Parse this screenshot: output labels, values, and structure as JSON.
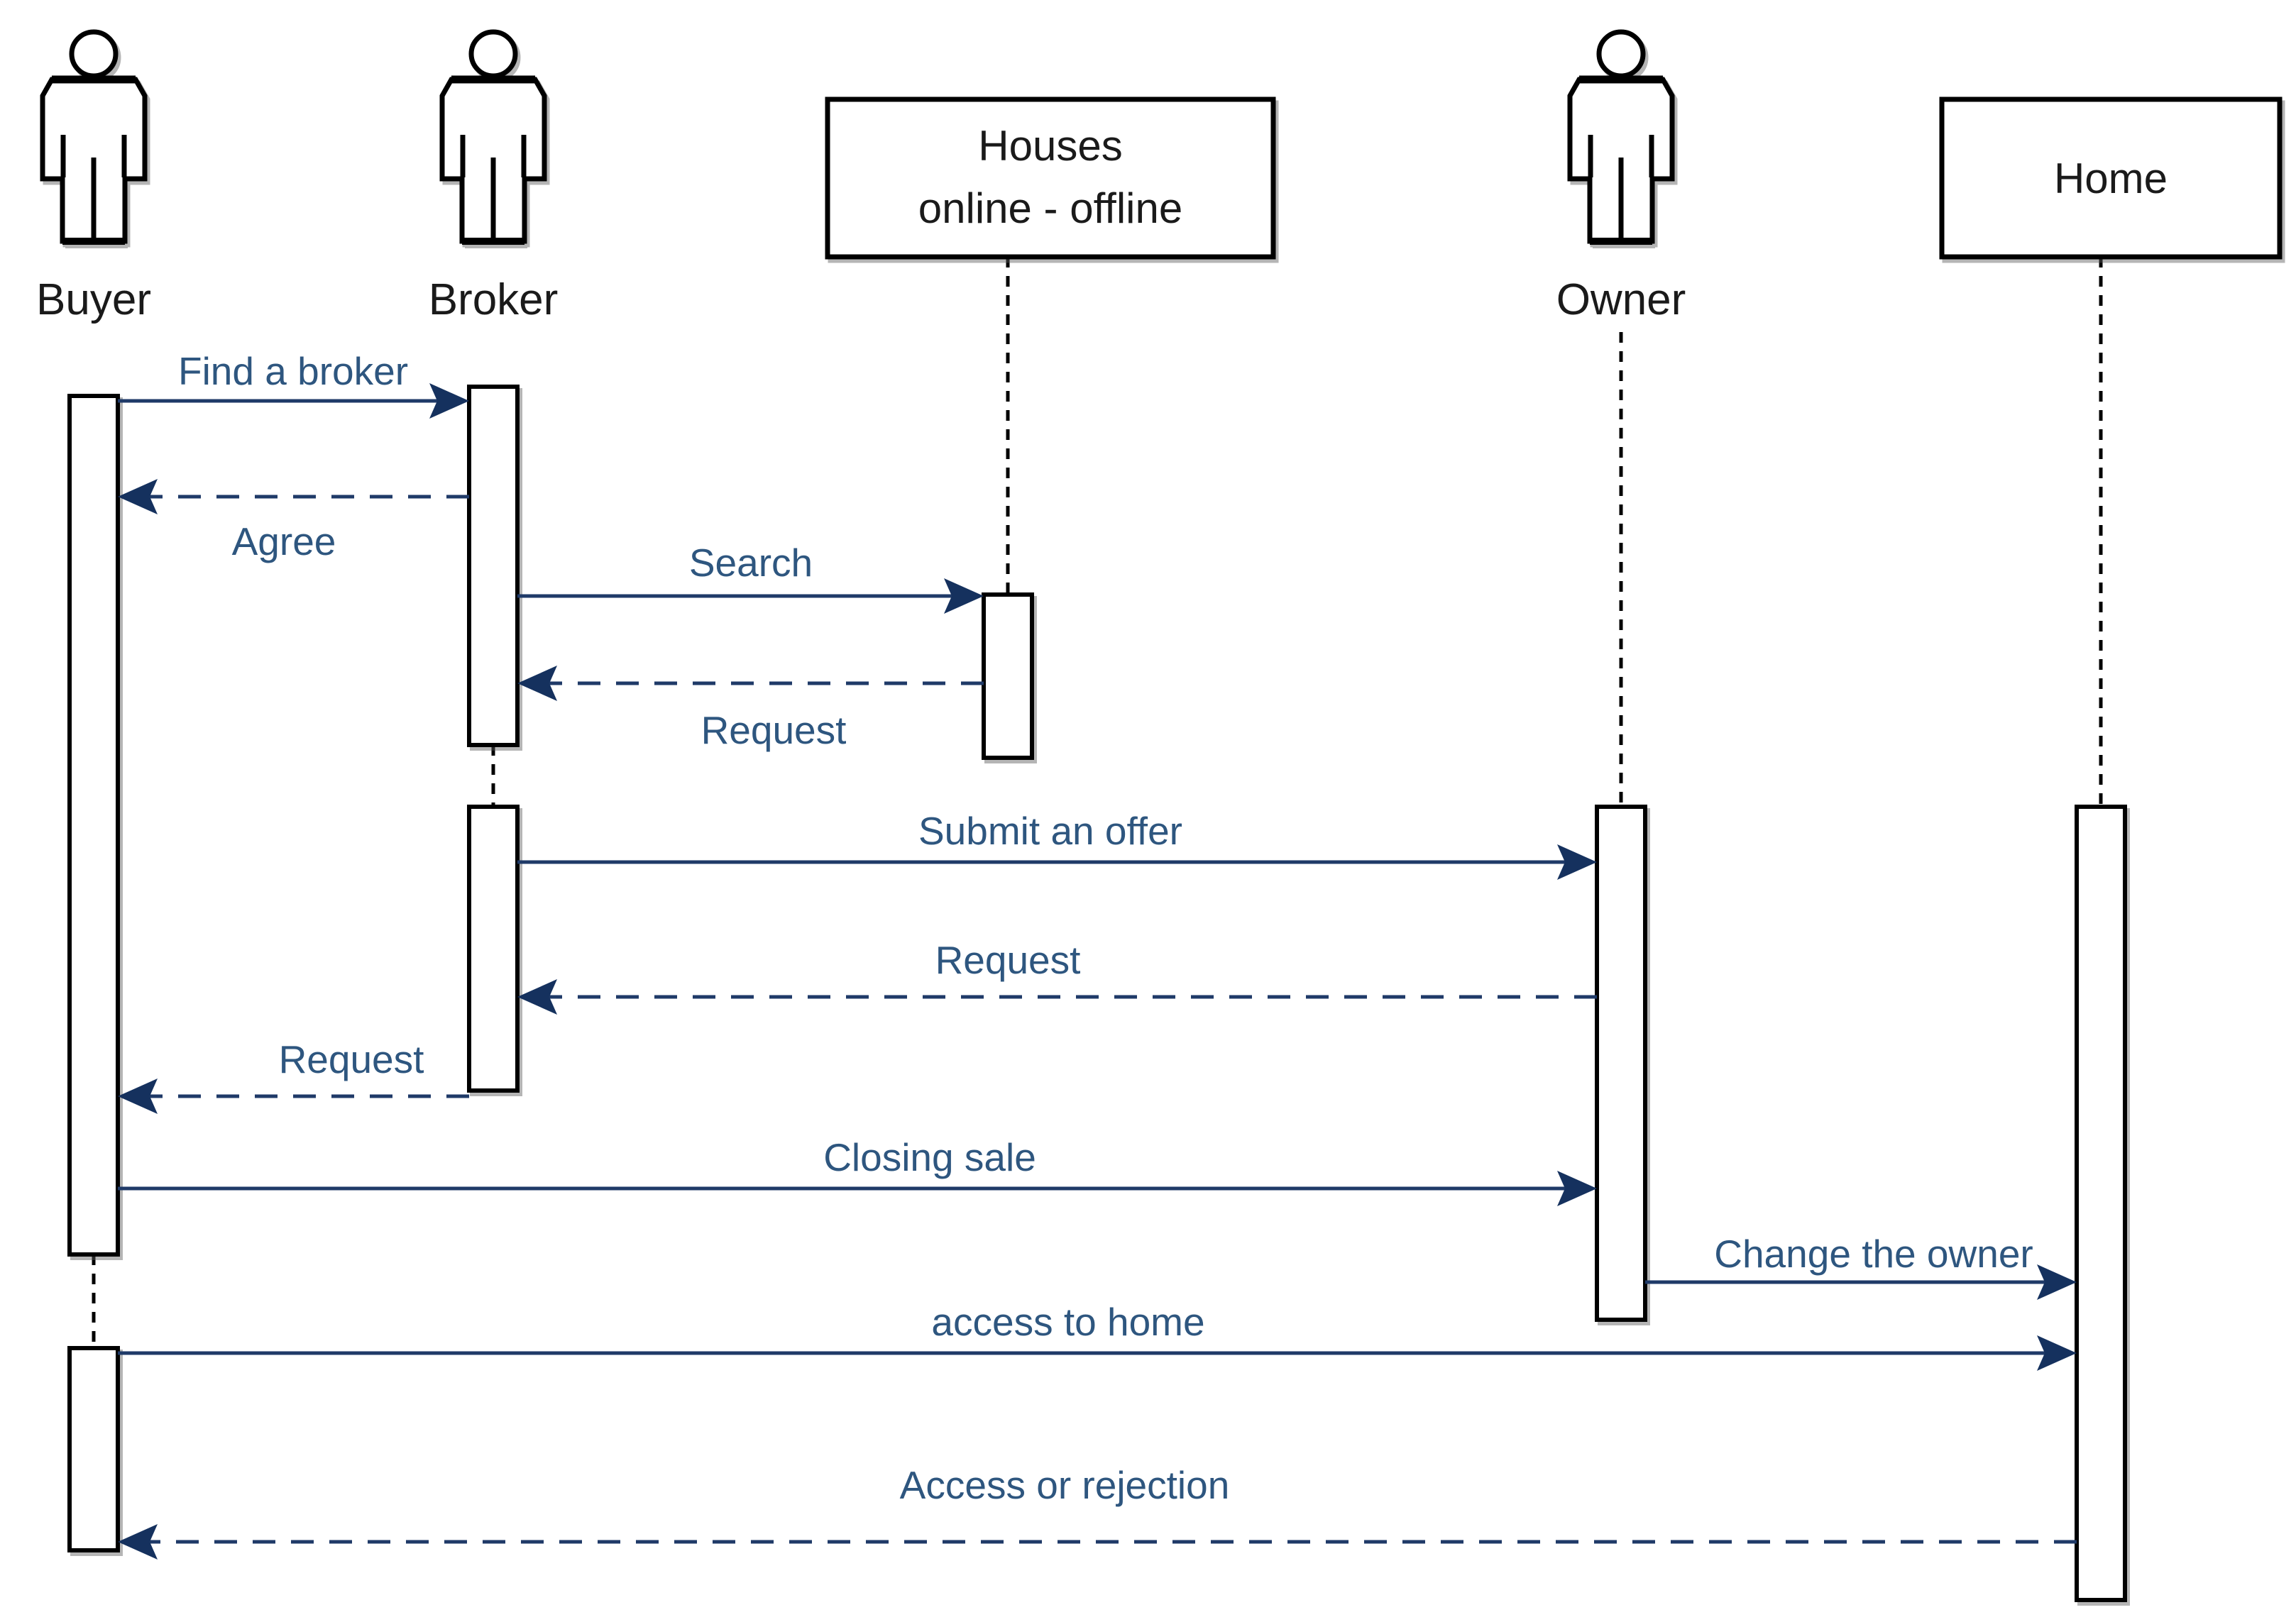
{
  "diagram": {
    "type": "uml-sequence-diagram",
    "theme": {
      "background": "#ffffff",
      "shape_outline": "#000000",
      "participant_label_color": "#1a1a1a",
      "message_line_color": "#1f3a68",
      "arrowhead_color": "#15315e",
      "message_label_color": "#2e567f"
    },
    "participants": [
      {
        "id": "buyer",
        "kind": "actor",
        "label": "Buyer"
      },
      {
        "id": "broker",
        "kind": "actor",
        "label": "Broker"
      },
      {
        "id": "houses",
        "kind": "object",
        "label": "Houses online - offline",
        "line1": "Houses",
        "line2": "online - offline"
      },
      {
        "id": "owner",
        "kind": "actor",
        "label": "Owner"
      },
      {
        "id": "home",
        "kind": "object",
        "label": "Home"
      }
    ],
    "messages": [
      {
        "from": "Buyer",
        "to": "Broker",
        "label": "Find a broker",
        "line": "solid"
      },
      {
        "from": "Broker",
        "to": "Buyer",
        "label": "Agree",
        "line": "dashed"
      },
      {
        "from": "Broker",
        "to": "Houses online - offline",
        "label": "Search",
        "line": "solid"
      },
      {
        "from": "Houses online - offline",
        "to": "Broker",
        "label": "Request",
        "line": "dashed"
      },
      {
        "from": "Broker",
        "to": "Owner",
        "label": "Submit an offer",
        "line": "solid"
      },
      {
        "from": "Owner",
        "to": "Broker",
        "label": "Request",
        "line": "dashed"
      },
      {
        "from": "Broker",
        "to": "Buyer",
        "label": "Request",
        "line": "dashed"
      },
      {
        "from": "Buyer",
        "to": "Owner",
        "label": "Closing sale",
        "line": "solid"
      },
      {
        "from": "Owner",
        "to": "Home",
        "label": "Change the owner",
        "line": "solid"
      },
      {
        "from": "Buyer",
        "to": "Home",
        "label": "access to home",
        "line": "solid"
      },
      {
        "from": "Home",
        "to": "Buyer",
        "label": "Access or rejection",
        "line": "dashed"
      }
    ]
  }
}
